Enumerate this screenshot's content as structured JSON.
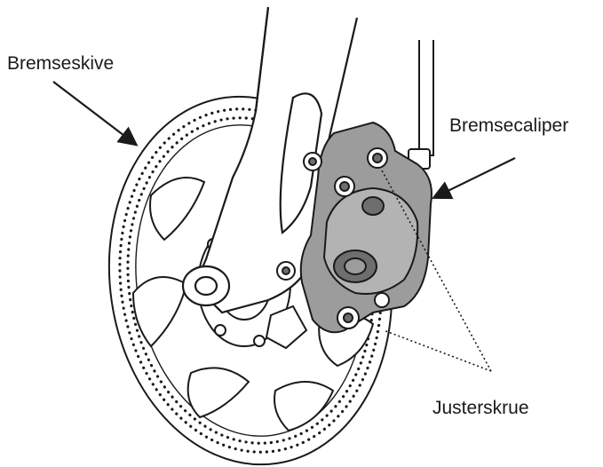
{
  "labels": {
    "disc": "Bremseskive",
    "caliper": "Bremsecaliper",
    "adjust_screw": "Justerskrue"
  },
  "colors": {
    "line": "#1a1a1a",
    "caliper_fill": "#9c9c9c",
    "caliper_dark": "#6e6e6e",
    "background": "#ffffff"
  }
}
